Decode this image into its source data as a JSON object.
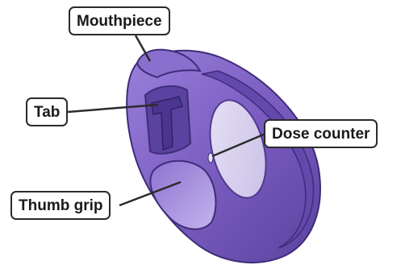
{
  "labels": {
    "mouthpiece": "Mouthpiece",
    "tab": "Tab",
    "dose_counter": "Dose counter",
    "thumb_grip": "Thumb grip"
  },
  "colors": {
    "body": "#7b5cc0",
    "body_light": "#a58fe0",
    "body_dark": "#4f3a8f",
    "counter_window": "#d8d2ee",
    "outline": "#2b2b2b"
  }
}
